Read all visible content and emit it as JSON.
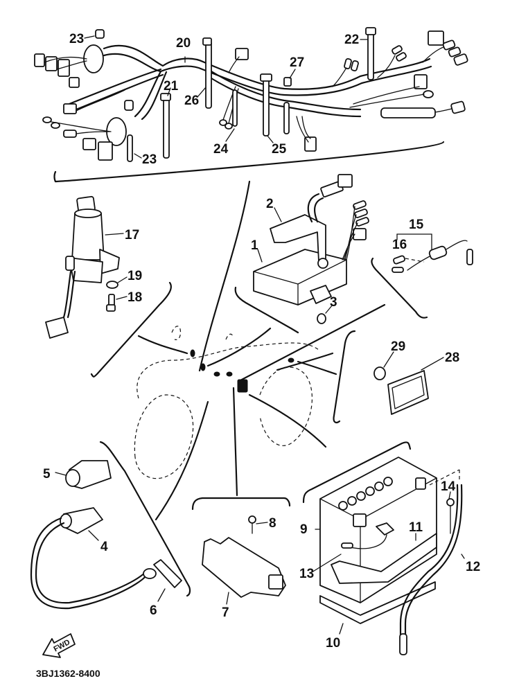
{
  "diagram": {
    "title": "Electrical parts exploded view",
    "reference_code": "3BJ1362-8400",
    "forward_marker": "FWD",
    "groups": [
      {
        "name": "wire-harness-group",
        "parts": [
          "20",
          "21",
          "22",
          "23",
          "24",
          "25",
          "26",
          "27"
        ]
      },
      {
        "name": "main-switch-group",
        "parts": [
          "17",
          "18",
          "19"
        ]
      },
      {
        "name": "cdi-unit-group",
        "parts": [
          "1",
          "2",
          "3"
        ]
      },
      {
        "name": "fuse-group",
        "parts": [
          "15",
          "16"
        ]
      },
      {
        "name": "reflector-group",
        "parts": [
          "28",
          "29"
        ]
      },
      {
        "name": "ignition-group",
        "parts": [
          "4",
          "5",
          "6"
        ]
      },
      {
        "name": "rectifier-group",
        "parts": [
          "7",
          "8"
        ]
      },
      {
        "name": "battery-group",
        "parts": [
          "9",
          "10",
          "11",
          "12",
          "13",
          "14"
        ]
      }
    ],
    "callouts": {
      "c1": "1",
      "c2": "2",
      "c3": "3",
      "c4": "4",
      "c5": "5",
      "c6": "6",
      "c7": "7",
      "c8": "8",
      "c9": "9",
      "c10": "10",
      "c11": "11",
      "c12": "12",
      "c13": "13",
      "c14": "14",
      "c15": "15",
      "c16": "16",
      "c17": "17",
      "c18": "18",
      "c19": "19",
      "c20": "20",
      "c21": "21",
      "c22": "22",
      "c23a": "23",
      "c23b": "23",
      "c24": "24",
      "c25": "25",
      "c26": "26",
      "c27": "27",
      "c28": "28",
      "c29": "29"
    }
  }
}
